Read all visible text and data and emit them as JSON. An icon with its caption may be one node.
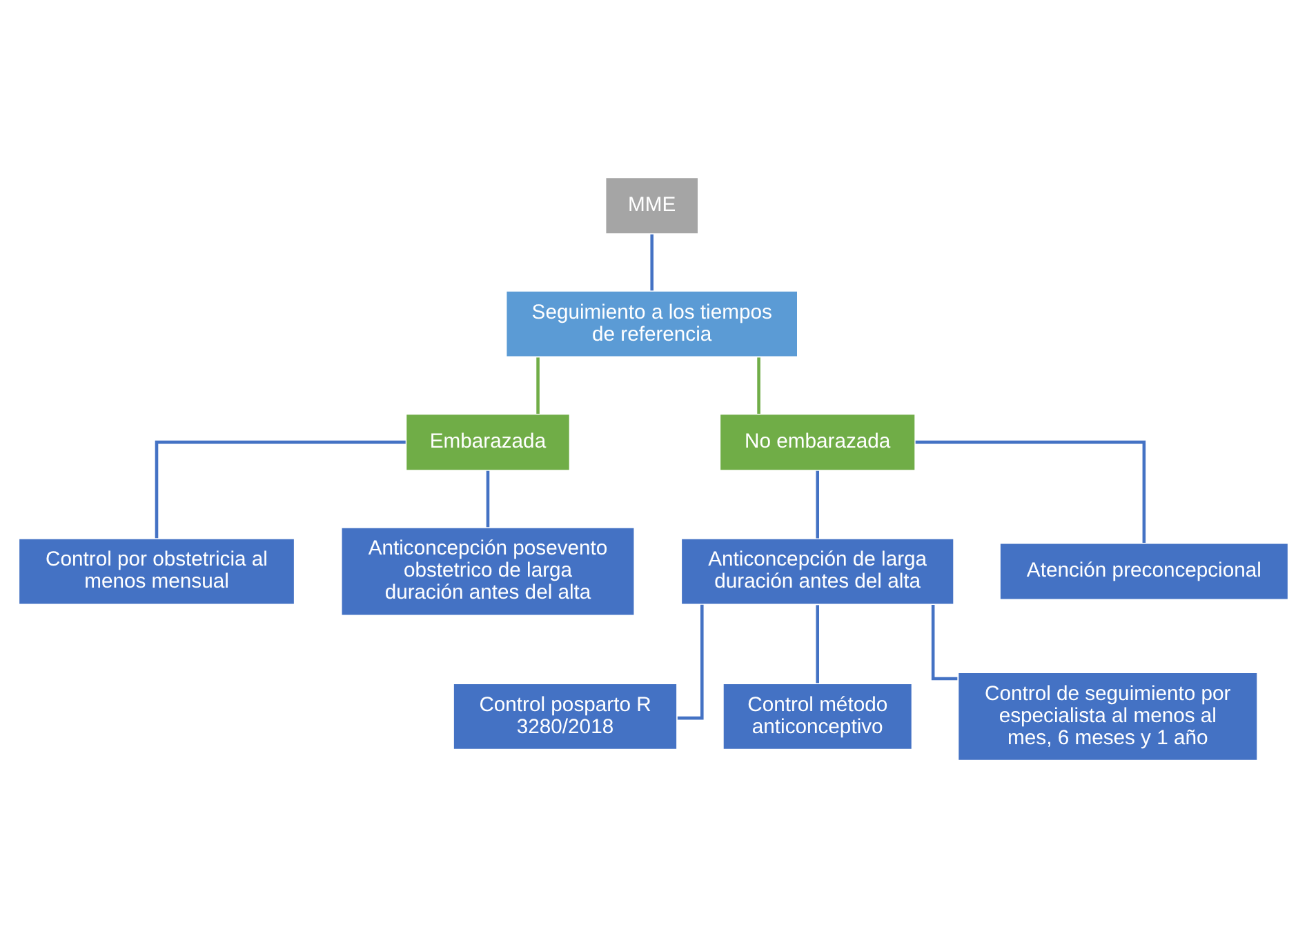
{
  "diagram": {
    "nodes": [
      {
        "text": [
          "MME"
        ]
      },
      {
        "text": [
          "Seguimiento a los tiempos de referencia"
        ]
      },
      {
        "text": [
          "Embarazada"
        ]
      },
      {
        "text": [
          "No embarazada"
        ]
      },
      {
        "text": [
          "Control por obstetricia al menos mensual"
        ]
      },
      {
        "text": [
          "Anticoncepción posevento obstetrico de larga duración antes del alta"
        ]
      },
      {
        "text": [
          "Anticoncepción de larga duración antes del alta"
        ]
      },
      {
        "text": [
          "Atención preconcepcional"
        ]
      },
      {
        "text": [
          "Control posparto R 3280/2018"
        ]
      },
      {
        "text": [
          "Control método anticonceptivo"
        ]
      },
      {
        "text": [
          "Control de seguimiento por especialista al menos al mes, 6 meses y 1 año"
        ]
      }
    ],
    "edges": [
      {
        "from": 0,
        "to": 1,
        "arrow": "none"
      },
      {
        "from": 1,
        "to": 2,
        "arrow": "none",
        "color": "#70ad47"
      },
      {
        "from": 1,
        "to": 3,
        "arrow": "none",
        "color": "#70ad47"
      },
      {
        "from": 2,
        "to": 4,
        "arrow": "none"
      },
      {
        "from": 2,
        "to": 5,
        "arrow": "none"
      },
      {
        "from": 3,
        "to": 6,
        "arrow": "none"
      },
      {
        "from": 3,
        "to": 7,
        "arrow": "none"
      },
      {
        "from": 6,
        "to": 8,
        "arrow": "none"
      },
      {
        "from": 6,
        "to": 9,
        "arrow": "none"
      },
      {
        "from": 6,
        "to": 10,
        "arrow": "none"
      }
    ]
  }
}
